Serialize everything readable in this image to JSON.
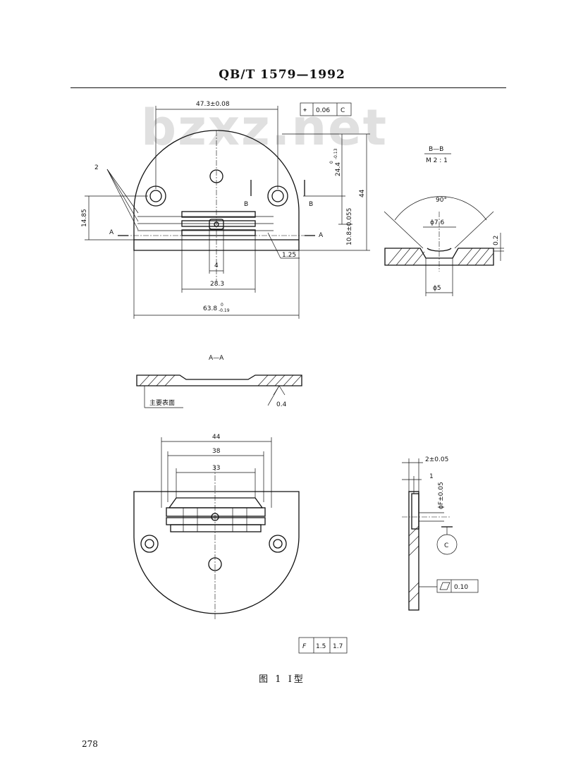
{
  "header": {
    "standard": "QB/T 1579—1992"
  },
  "watermark": "bzxz.net",
  "top_view": {
    "dims": {
      "d_473": "47.3±0.08",
      "d_244": "24.4",
      "d_244_tol_upper": "0",
      "d_244_tol_lower": "-0.13",
      "d_44": "44",
      "d_108": "10.8±0.055",
      "d_1485": "14.85",
      "d_125": "1.25",
      "d_4": "4",
      "d_283": "28.3",
      "d_638": "63.8",
      "d_638_tol_upper": "0",
      "d_638_tol_lower": "-0.19"
    },
    "callout": "2",
    "section_a_left": "A",
    "section_a_right": "A",
    "section_b_left": "B",
    "section_b_right": "B",
    "tolerance_frame": {
      "value": "0.06",
      "datum": "C"
    }
  },
  "section_bb": {
    "title": "B—B",
    "scale": "M 2 : 1",
    "angle": "90°",
    "dia_top": "ϕ7.6",
    "dia_bottom": "ϕ5",
    "depth": "0.2"
  },
  "section_aa": {
    "title": "A—A",
    "surface_label": "主要表面",
    "roughness": "0.4"
  },
  "bottom_view": {
    "dims": {
      "d_44": "44",
      "d_38": "38",
      "d_33": "33"
    }
  },
  "side_view": {
    "d_2": "2±0.05",
    "d_1": "1",
    "d_f": "ϕF±0.05",
    "datum": "C",
    "flatness": "0.10"
  },
  "f_table": {
    "label": "F",
    "values": [
      "1.5",
      "1.7"
    ]
  },
  "caption": "图 1 Ⅰ型",
  "page_number": "278"
}
